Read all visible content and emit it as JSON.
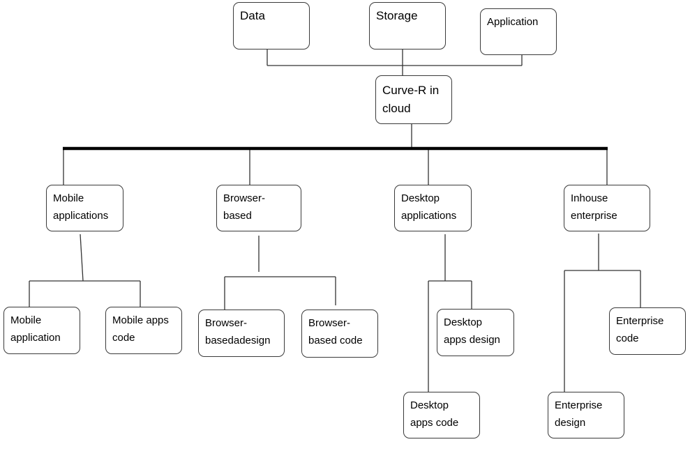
{
  "nodes": {
    "data": [
      "Data"
    ],
    "storage": [
      "Storage"
    ],
    "application": [
      "Application"
    ],
    "curve_r": [
      "Curve-R in",
      "cloud"
    ],
    "mobile_applications": [
      "Mobile",
      "applications"
    ],
    "browser_based": [
      "Browser-",
      "based"
    ],
    "desktop_applications": [
      "Desktop",
      "applications"
    ],
    "inhouse_enterprise": [
      "Inhouse",
      "enterprise"
    ],
    "mobile_application": [
      "Mobile",
      "application"
    ],
    "mobile_apps_code": [
      "Mobile apps",
      "code"
    ],
    "browser_based_design": [
      "Browser-",
      "basedadesign"
    ],
    "browser_based_code": [
      "Browser-",
      "based code"
    ],
    "desktop_apps_design": [
      "Desktop",
      "apps design"
    ],
    "desktop_apps_code": [
      "Desktop",
      "apps code"
    ],
    "enterprise_code": [
      "Enterprise",
      "code"
    ],
    "enterprise_design": [
      "Enterprise",
      "design"
    ]
  }
}
